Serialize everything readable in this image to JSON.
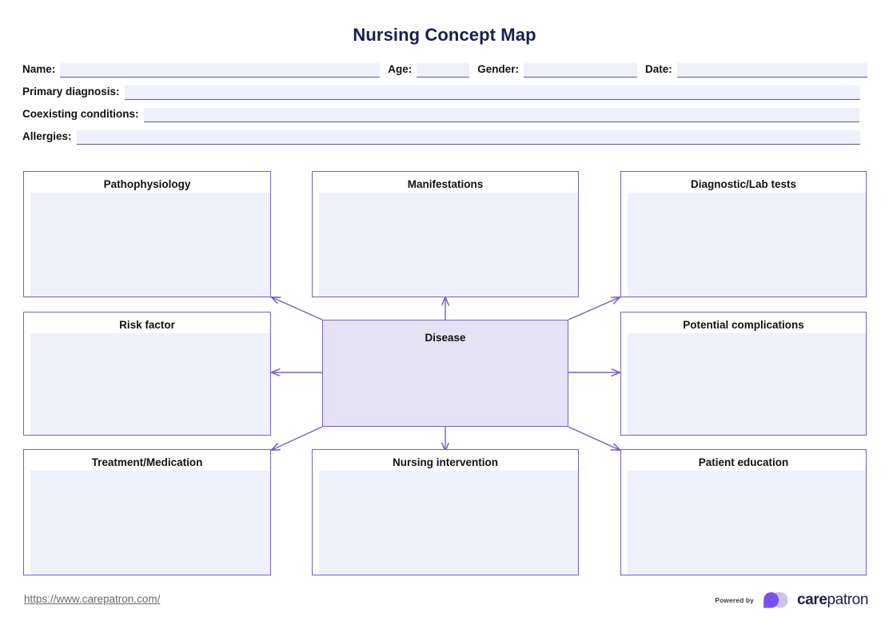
{
  "document": {
    "title": "Nursing Concept Map"
  },
  "form": {
    "fields": [
      {
        "label": "Name:",
        "value": ""
      },
      {
        "label": "Age:",
        "value": ""
      },
      {
        "label": "Gender:",
        "value": ""
      },
      {
        "label": "Date:",
        "value": ""
      },
      {
        "label": "Primary diagnosis:",
        "value": ""
      },
      {
        "label": "Coexisting conditions:",
        "value": ""
      },
      {
        "label": "Allergies:",
        "value": ""
      }
    ]
  },
  "concept_map": {
    "center": {
      "label": "Disease",
      "value": ""
    },
    "nodes": [
      {
        "label": "Pathophysiology",
        "value": ""
      },
      {
        "label": "Manifestations",
        "value": ""
      },
      {
        "label": "Diagnostic/Lab tests",
        "value": ""
      },
      {
        "label": "Risk factor",
        "value": ""
      },
      {
        "label": "Potential complications",
        "value": ""
      },
      {
        "label": "Treatment/Medication",
        "value": ""
      },
      {
        "label": "Nursing intervention",
        "value": ""
      },
      {
        "label": "Patient education",
        "value": ""
      }
    ]
  },
  "footer": {
    "url": "https://www.carepatron.com/",
    "powered_by": "Powered by",
    "brand_bold": "care",
    "brand_light": "patron"
  },
  "colors": {
    "accent_border": "#7b5ec7",
    "field_fill": "#eef0fb",
    "center_fill": "#e6e2f6",
    "title_navy": "#1b1f4b",
    "arrow": "#7b5ec7"
  }
}
